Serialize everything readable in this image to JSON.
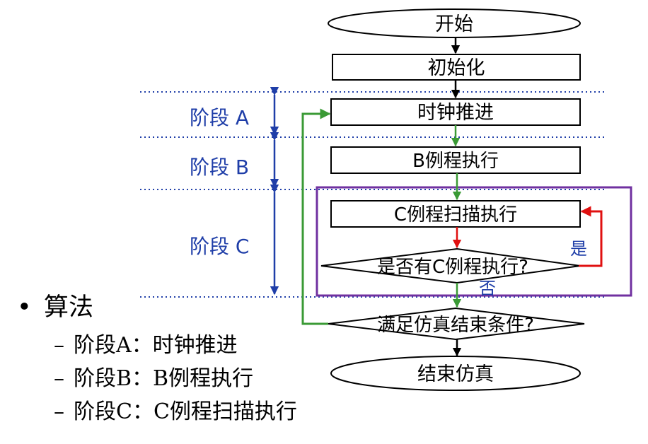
{
  "flow": {
    "start": "开始",
    "init": "初始化",
    "clock": "时钟推进",
    "b_exec": "B例程执行",
    "c_scan": "C例程扫描执行",
    "c_decision": "是否有C例程执行?",
    "yes": "是",
    "no": "否",
    "end_decision": "满足仿真结束条件?",
    "end": "结束仿真"
  },
  "phases": {
    "a": "阶段 A",
    "b": "阶段 B",
    "c": "阶段 C"
  },
  "bullets": {
    "title": "算法",
    "marker": "•",
    "dash": "–",
    "items": [
      "阶段A：时钟推进",
      "阶段B：B例程执行",
      "阶段C：C例程扫描执行"
    ]
  },
  "colors": {
    "phase_text": "#1f3ea8",
    "divider": "#1f3ea8",
    "loop_green": "#3a9a35",
    "loop_red": "#e01010",
    "frame_purple": "#7030a0",
    "black": "#000000"
  }
}
